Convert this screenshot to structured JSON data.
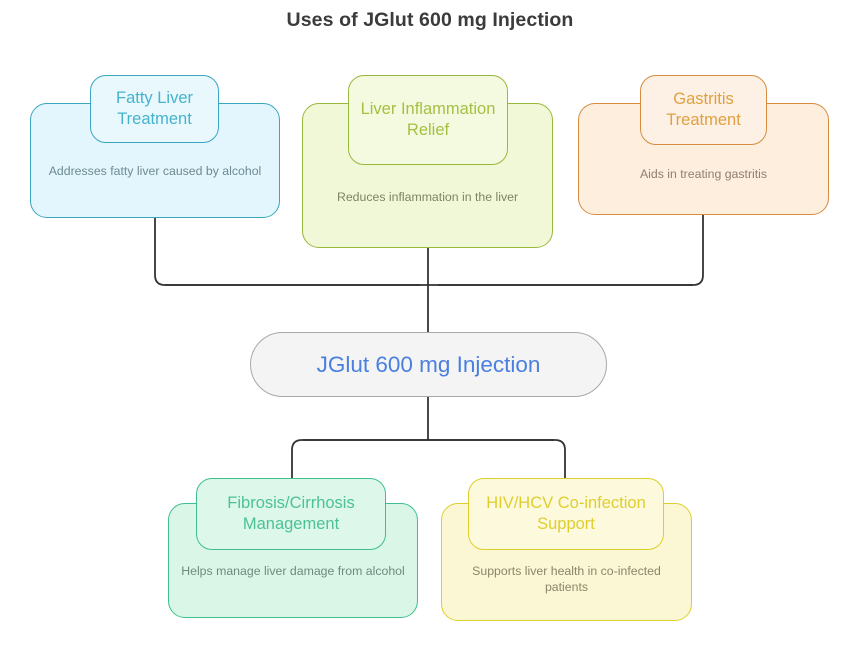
{
  "diagram": {
    "title": "Uses of JGlut 600 mg Injection",
    "type": "hub-and-spoke mind map",
    "background": "#ffffff",
    "connector_color": "#333333"
  },
  "central": {
    "label": "JGlut 600 mg Injection",
    "text_color": "#4a7fe0",
    "fill": "#f4f4f4",
    "border": "#a8a8a8"
  },
  "top_nodes": [
    {
      "id": "fatty-liver-treatment",
      "title": "Fatty Liver Treatment",
      "description": "Addresses fatty liver caused by alcohol",
      "accent": "#3aa6bf",
      "card_fill": "#e3f6fd",
      "badge_fill": "#e8f8fd",
      "title_color": "#45b3cc",
      "desc_color": "#6e8a92"
    },
    {
      "id": "liver-inflammation-relief",
      "title": "Liver Inflammation Relief",
      "description": "Reduces inflammation in the liver",
      "accent": "#9ab83a",
      "card_fill": "#f0f8d8",
      "badge_fill": "#f3fadf",
      "title_color": "#a6bf43",
      "desc_color": "#7d8466"
    },
    {
      "id": "gastritis-treatment",
      "title": "Gastritis Treatment",
      "description": "Aids in treating gastritis",
      "accent": "#d78b3e",
      "card_fill": "#fdeede",
      "badge_fill": "#fdf1e5",
      "title_color": "#e0a040",
      "desc_color": "#8d8074"
    }
  ],
  "bottom_nodes": [
    {
      "id": "fibrosis-cirrhosis-management",
      "title": "Fibrosis/Cirrhosis Management",
      "description": "Helps manage liver damage from alcohol",
      "accent": "#3fbf8f",
      "card_fill": "#d9f6e6",
      "badge_fill": "#ddf7ea",
      "title_color": "#4cc294",
      "desc_color": "#6e8a7e"
    },
    {
      "id": "hiv-hcv-coinfection-support",
      "title": "HIV/HCV Co-infection Support",
      "description": "Supports liver health in co-infected patients",
      "accent": "#ddcf2a",
      "card_fill": "#fbf7d4",
      "badge_fill": "#fcf9dc",
      "title_color": "#e0ce2f",
      "desc_color": "#8a8668"
    }
  ]
}
